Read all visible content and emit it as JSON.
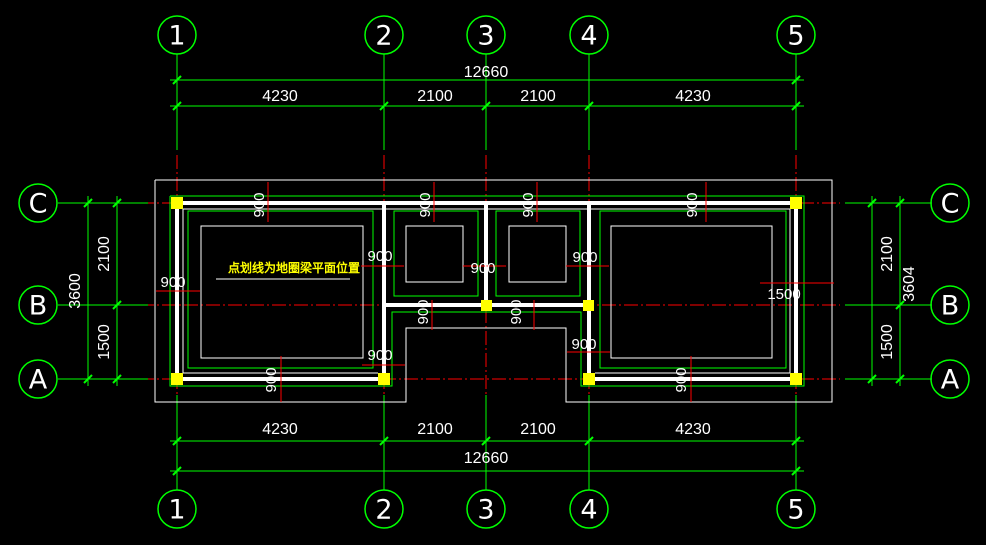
{
  "drawing": {
    "axes_x": [
      "1",
      "2",
      "3",
      "4",
      "5"
    ],
    "axes_y": [
      "C",
      "B",
      "A"
    ],
    "top_total": "12660",
    "top_segments": [
      "4230",
      "2100",
      "2100",
      "4230"
    ],
    "bottom_segments": [
      "4230",
      "2100",
      "2100",
      "4230"
    ],
    "bottom_total": "12660",
    "left_total": "3600",
    "left_segments": [
      "2100",
      "1500"
    ],
    "right_total": "3604",
    "right_segments": [
      "2100",
      "1500"
    ],
    "note": "点划线为地圈梁平面位置",
    "dims_900": [
      "900",
      "900",
      "900",
      "900",
      "900",
      "900",
      "900",
      "900",
      "900",
      "900",
      "900",
      "900",
      "900",
      "900"
    ],
    "dim_1500": "1500",
    "colors": {
      "grid": "#00ff00",
      "axis": "#ff0000",
      "wall": "#ffffff",
      "column": "#ffff00",
      "background": "#000000"
    }
  }
}
